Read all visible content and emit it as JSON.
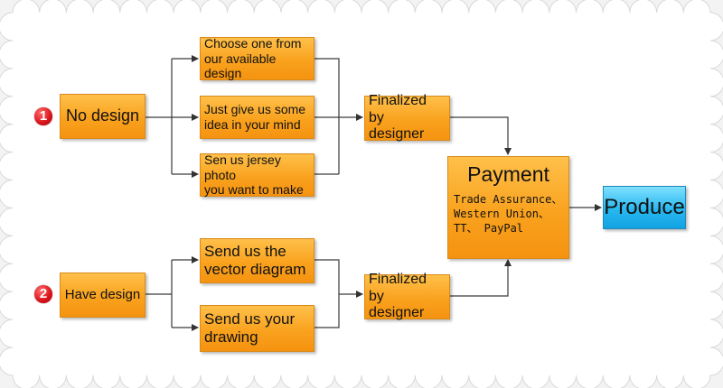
{
  "step1": {
    "number": "1",
    "label": "No design"
  },
  "step2": {
    "number": "2",
    "label": "Have design"
  },
  "options1": [
    {
      "line1": "Choose one from",
      "line2": "our available design"
    },
    {
      "line1": "Just give us some",
      "line2": "idea in your mind"
    },
    {
      "line1": "Sen us jersey photo",
      "line2": "you want to make"
    }
  ],
  "options2": [
    {
      "line1": "Send us the",
      "line2": "vector diagram"
    },
    {
      "line1": "Send us your",
      "line2": "drawing"
    }
  ],
  "finalized1": {
    "line1": "Finalized by",
    "line2": "designer"
  },
  "finalized2": {
    "line1": "Finalized by",
    "line2": "designer"
  },
  "payment": {
    "title": "Payment",
    "method1": "Trade Assurance、",
    "method2": "Western Union、",
    "method3": "TT、 PayPal"
  },
  "produce": {
    "label": "Produce"
  },
  "colors": {
    "box": "#f9a21e",
    "produce": "#27b8f0",
    "badge": "#d8121a",
    "line": "#3a3a3a"
  }
}
